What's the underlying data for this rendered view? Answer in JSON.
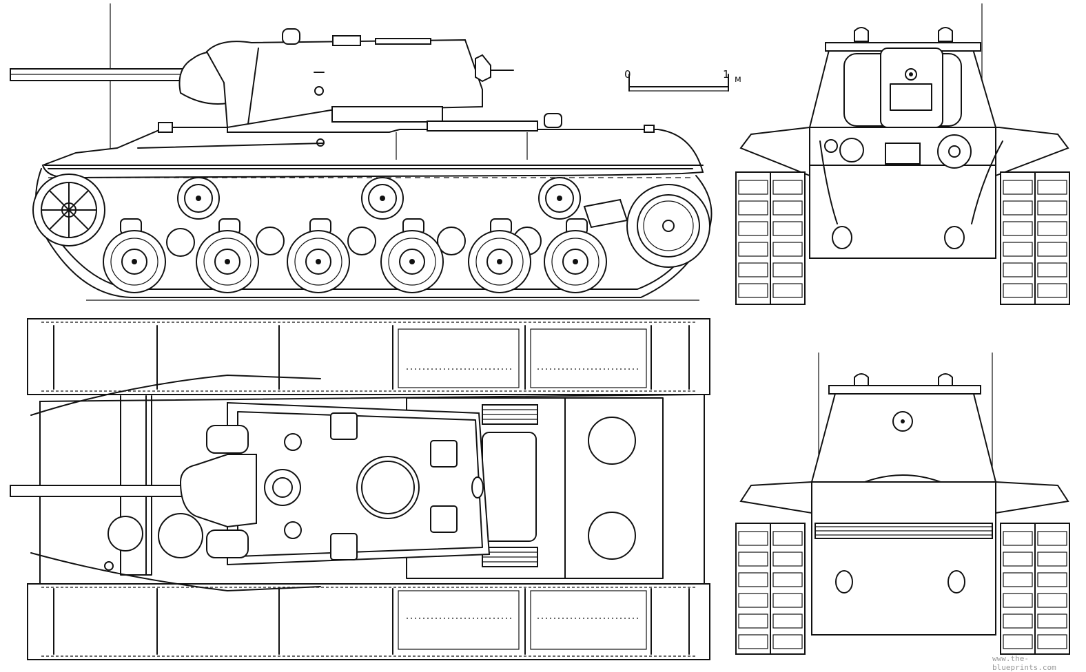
{
  "scale_bar": {
    "zero": "0",
    "one": "1",
    "unit": "м"
  },
  "watermark": "www.the-blueprints.com",
  "views": [
    "side-view",
    "front-view",
    "top-view",
    "rear-view"
  ],
  "side_view": {
    "road_wheels": 6,
    "return_rollers": 3
  },
  "colors": {
    "ink": "#111111",
    "paper": "#ffffff",
    "watermark": "#9a9a9a"
  }
}
